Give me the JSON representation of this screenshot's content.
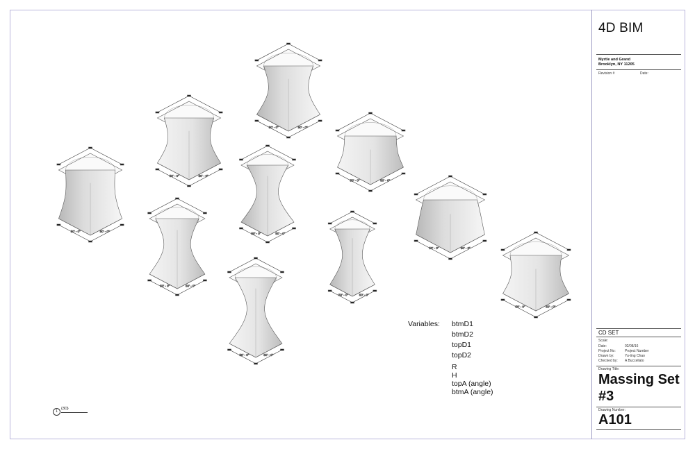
{
  "title_block": {
    "firm": "4D BIM",
    "address_line1": "Myrtle and Grand",
    "address_line2": "Brooklyn, NY 11205",
    "revision_label": "Revision #",
    "date_label": "Date:",
    "set_name": "CD SET",
    "meta": [
      {
        "key": "Scale:",
        "value": ""
      },
      {
        "key": "Date:",
        "value": "02/08/16"
      },
      {
        "key": "Project No:",
        "value": "Project Number"
      },
      {
        "key": "Drawn by:",
        "value": "Yu-ting Chao"
      },
      {
        "key": "Checked by:",
        "value": "A Buccellato"
      }
    ],
    "drawing_title_label": "Drawing Title:",
    "drawing_title_line1": "Massing Set",
    "drawing_title_line2": "#3",
    "drawing_number_label": "Drawing Number:",
    "drawing_number": "A101"
  },
  "variables": {
    "label": "Variables:",
    "items": [
      "btmD1",
      "btmD2",
      "topD1",
      "topD2",
      "R",
      "H",
      "topA (angle)",
      "btmA (angle)"
    ]
  },
  "view_ref": {
    "number": "1",
    "name": "{3D}"
  },
  "dimension_label": "50' - 0\"",
  "colors": {
    "sheet_border": "#b9b5dc",
    "line": "#555555",
    "shade": "#d6d6d6"
  }
}
